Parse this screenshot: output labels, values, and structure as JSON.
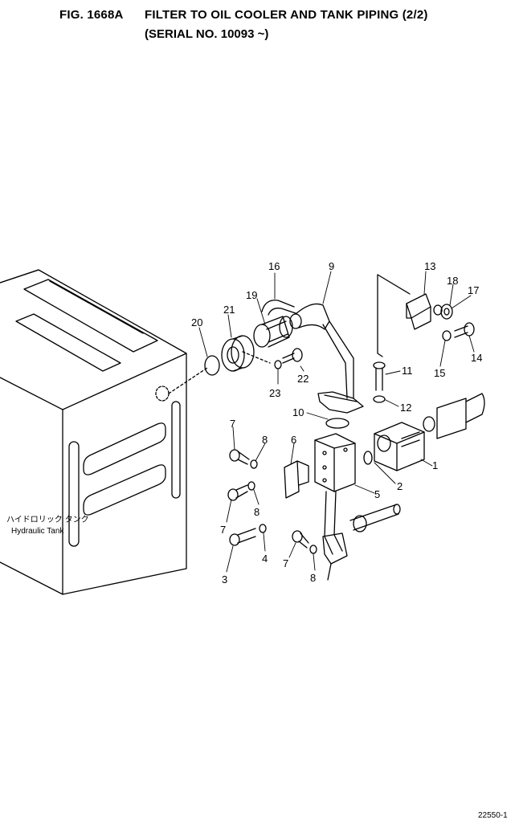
{
  "header": {
    "fig_number": "FIG. 1668A",
    "title": "FILTER TO OIL COOLER AND TANK PIPING (2/2)",
    "serial": "(SERIAL NO. 10093 ~)"
  },
  "tank_label": {
    "japanese": "ハイドロリック タンク",
    "english": "Hydraulic Tank"
  },
  "callouts": {
    "c1": "1",
    "c2": "2",
    "c3": "3",
    "c4": "4",
    "c5": "5",
    "c6": "6",
    "c7a": "7",
    "c7b": "7",
    "c7c": "7",
    "c8a": "8",
    "c8b": "8",
    "c8c": "8",
    "c9": "9",
    "c10": "10",
    "c11": "11",
    "c12": "12",
    "c13": "13",
    "c14": "14",
    "c15": "15",
    "c16": "16",
    "c17": "17",
    "c18": "18",
    "c19": "19",
    "c20": "20",
    "c21": "21",
    "c22": "22",
    "c23": "23"
  },
  "doc_number": "22550-1"
}
